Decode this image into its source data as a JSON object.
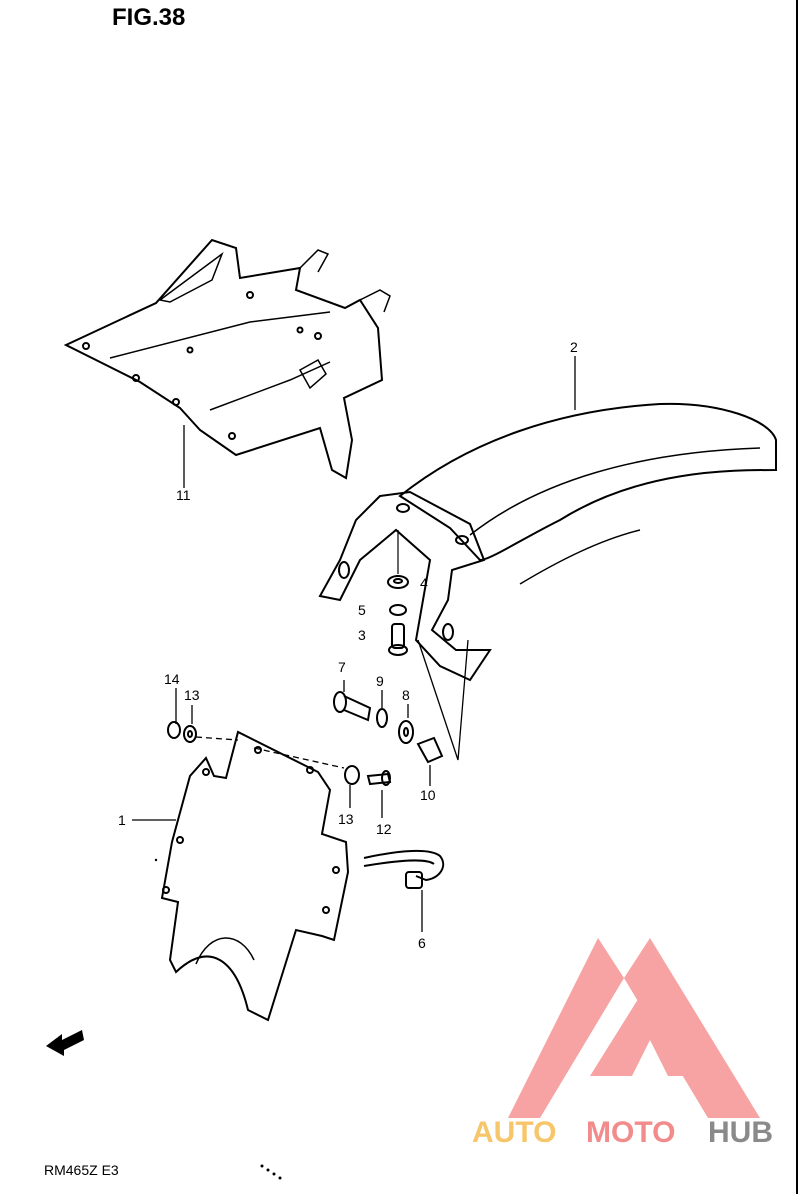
{
  "figure": {
    "title": "FIG.38",
    "model_code": "RM465Z E3"
  },
  "callouts": [
    "1",
    "2",
    "3",
    "4",
    "5",
    "6",
    "7",
    "8",
    "9",
    "10",
    "11",
    "12",
    "13",
    "13",
    "14"
  ],
  "watermark": {
    "part1": "AUTO",
    "part2": "MOTO",
    "part3": "HUB",
    "colors": {
      "auto": "#f7c56a",
      "moto": "#f28b8b",
      "hub": "#8a8a8a",
      "triangle": "#f7a3a3"
    }
  },
  "icons": {
    "front_arrow": "front-direction-arrow-icon"
  }
}
